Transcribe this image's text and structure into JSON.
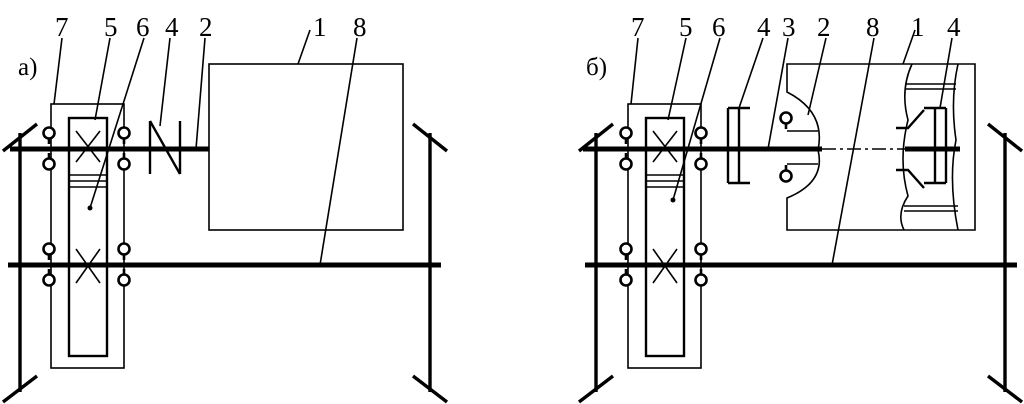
{
  "diagrams": [
    {
      "id": "a",
      "panel_label": "а)",
      "labels": [
        "7",
        "5",
        "6",
        "4",
        "2",
        "1",
        "8"
      ]
    },
    {
      "id": "b",
      "panel_label": "б)",
      "labels": [
        "7",
        "5",
        "6",
        "4",
        "3",
        "2",
        "8",
        "1",
        "4"
      ]
    }
  ]
}
